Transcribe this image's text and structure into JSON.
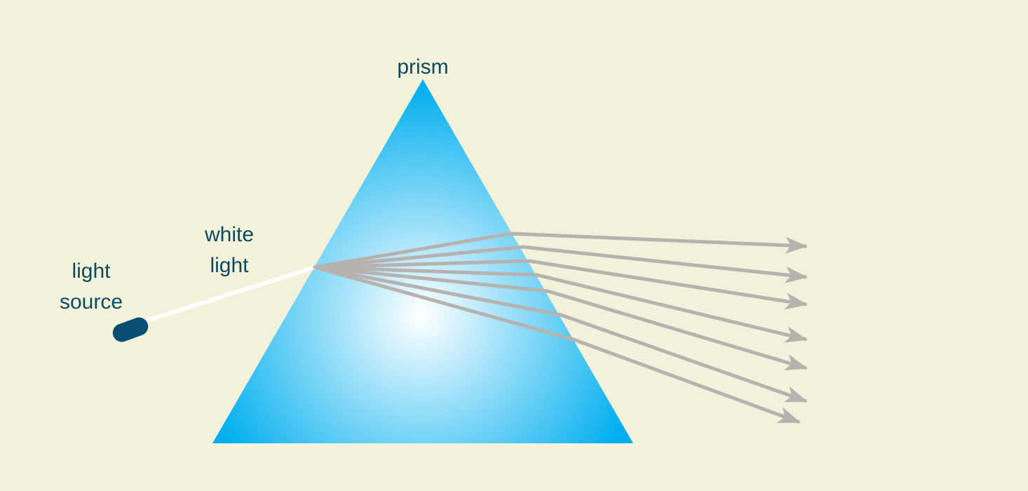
{
  "labels": {
    "prism": "prism",
    "white_light": [
      "white",
      "light"
    ],
    "light_source": [
      "light",
      "source"
    ]
  },
  "colors": {
    "background": "#f1f2d9",
    "text": "#0d4a62",
    "prism_edge": "#00aeef",
    "prism_center": "#ffffff",
    "white_beam": "#ffffff",
    "refracted_rays": "#b5b2b0",
    "light_source": "#0a4d72"
  },
  "icons": {
    "light_source": "flashlight-icon",
    "prism": "triangle-prism-icon"
  },
  "rays": {
    "count": 7
  }
}
